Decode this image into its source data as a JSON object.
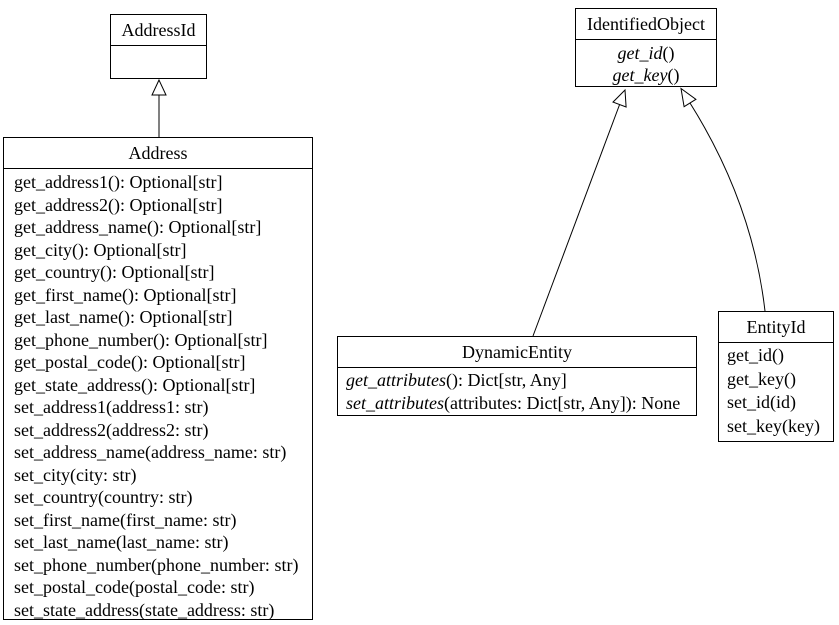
{
  "diagram": {
    "type": "uml-class-diagram",
    "colors": {
      "background": "#ffffff",
      "line": "#000000",
      "text": "#000000"
    }
  },
  "classes": {
    "addressId": {
      "name": "AddressId",
      "methods": []
    },
    "address": {
      "name": "Address",
      "methods": [
        "get_address1(): Optional[str]",
        "get_address2(): Optional[str]",
        "get_address_name(): Optional[str]",
        "get_city(): Optional[str]",
        "get_country(): Optional[str]",
        "get_first_name(): Optional[str]",
        "get_last_name(): Optional[str]",
        "get_phone_number(): Optional[str]",
        "get_postal_code(): Optional[str]",
        "get_state_address(): Optional[str]",
        "set_address1(address1: str)",
        "set_address2(address2: str)",
        "set_address_name(address_name: str)",
        "set_city(city: str)",
        "set_country(country: str)",
        "set_first_name(first_name: str)",
        "set_last_name(last_name: str)",
        "set_phone_number(phone_number: str)",
        "set_postal_code(postal_code: str)",
        "set_state_address(state_address: str)"
      ]
    },
    "identifiedObject": {
      "name": "IdentifiedObject",
      "methods": [
        {
          "italic_name": "get_id",
          "rest": "()"
        },
        {
          "italic_name": "get_key",
          "rest": "()"
        }
      ]
    },
    "dynamicEntity": {
      "name": "DynamicEntity",
      "methods": [
        {
          "italic_name": "get_attributes",
          "rest": "(): Dict[str, Any]"
        },
        {
          "italic_name": "set_attributes",
          "rest": "(attributes: Dict[str, Any]): None"
        }
      ]
    },
    "entityId": {
      "name": "EntityId",
      "methods": [
        "get_id()",
        "get_key()",
        "set_id(id)",
        "set_key(key)"
      ]
    }
  },
  "relations": [
    {
      "from": "Address",
      "to": "AddressId",
      "type": "inheritance"
    },
    {
      "from": "DynamicEntity",
      "to": "IdentifiedObject",
      "type": "inheritance"
    },
    {
      "from": "EntityId",
      "to": "IdentifiedObject",
      "type": "inheritance"
    }
  ]
}
